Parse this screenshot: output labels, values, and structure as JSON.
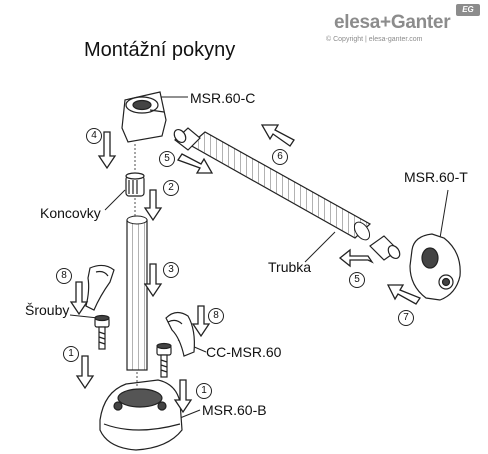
{
  "header": {
    "brand": "elesa+Ganter",
    "badge": "EG",
    "copyright": "© Copyright | elesa-ganter.com"
  },
  "title": "Montážní pokyny",
  "labels": {
    "msr_c": "MSR.60-C",
    "koncovky": "Koncovky",
    "trubka": "Trubka",
    "msr_t": "MSR.60-T",
    "srouby": "Šrouby",
    "cc_msr": "CC-MSR.60",
    "msr_b": "MSR.60-B"
  },
  "steps": {
    "s1a": "1",
    "s1b": "1",
    "s2": "2",
    "s3": "3",
    "s4": "4",
    "s5a": "5",
    "s5b": "5",
    "s6": "6",
    "s7": "7",
    "s8a": "8",
    "s8b": "8"
  }
}
